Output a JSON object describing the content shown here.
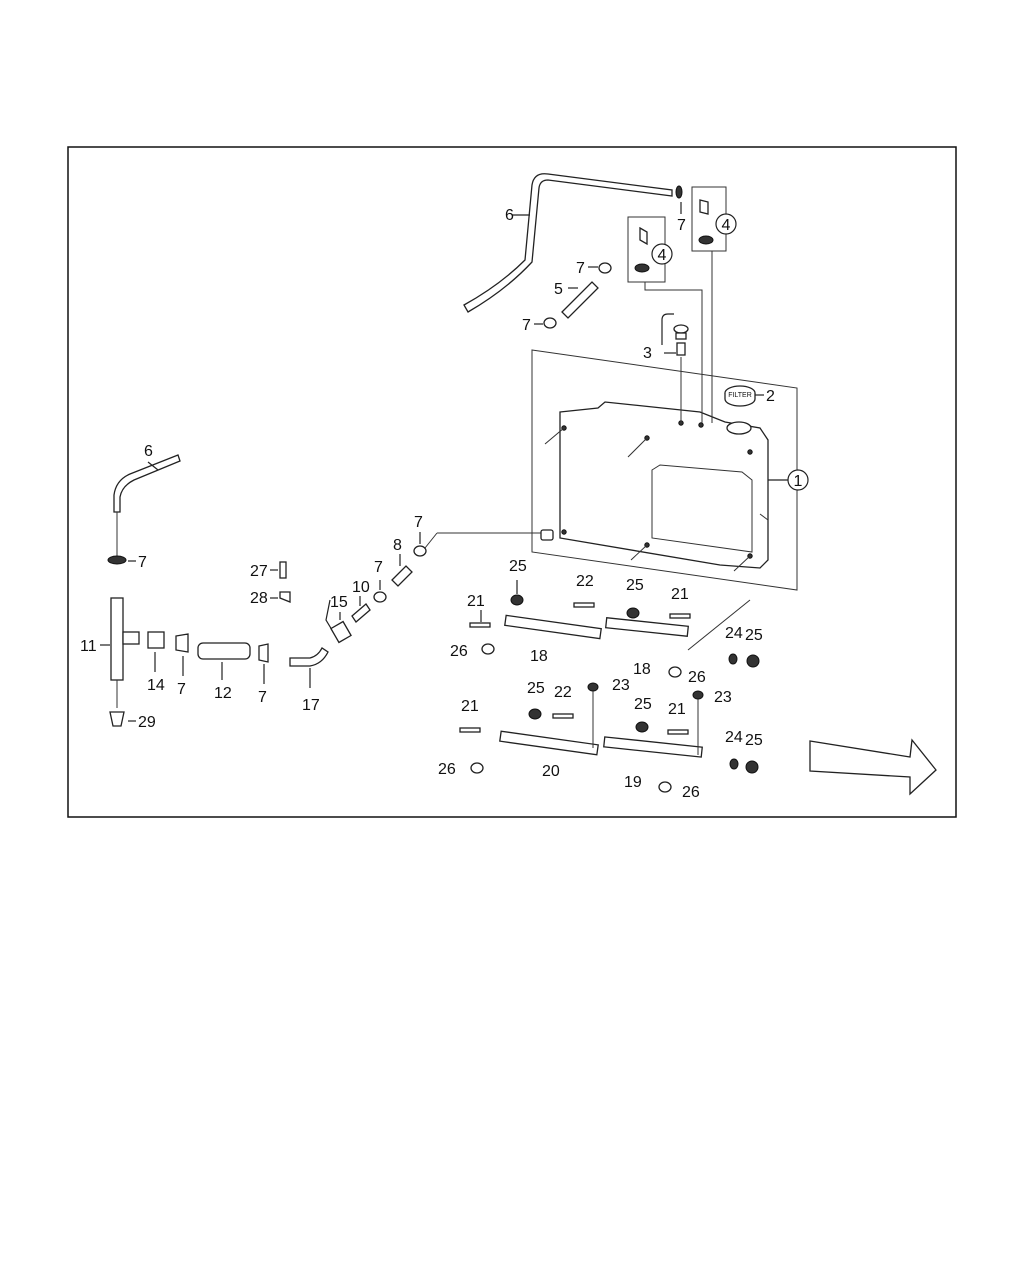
{
  "labels": {
    "l1": "1",
    "l2": "2",
    "l3": "3",
    "l4a": "4",
    "l4b": "4",
    "l5": "5",
    "l6a": "6",
    "l6b": "6",
    "l7a": "7",
    "l7b": "7",
    "l7c": "7",
    "l7d": "7",
    "l7e": "7",
    "l7f": "7",
    "l7g": "7",
    "l7h": "7",
    "l8": "8",
    "l10": "10",
    "l11": "11",
    "l12": "12",
    "l14": "14",
    "l15": "15",
    "l17": "17",
    "l18a": "18",
    "l18b": "18",
    "l19": "19",
    "l20": "20",
    "l21a": "21",
    "l21b": "21",
    "l21c": "21",
    "l21d": "21",
    "l22a": "22",
    "l22b": "22",
    "l23a": "23",
    "l23b": "23",
    "l24a": "24",
    "l24b": "24",
    "l25a": "25",
    "l25b": "25",
    "l25c": "25",
    "l25d": "25",
    "l25e": "25",
    "l25f": "25",
    "l26a": "26",
    "l26b": "26",
    "l26c": "26",
    "l26d": "26",
    "l27": "27",
    "l28": "28",
    "l29": "29"
  },
  "cap_text": "FILTER",
  "icons": {
    "direction": "right-arrow-icon"
  },
  "colors": {
    "line": "#222222",
    "background": "#ffffff"
  }
}
